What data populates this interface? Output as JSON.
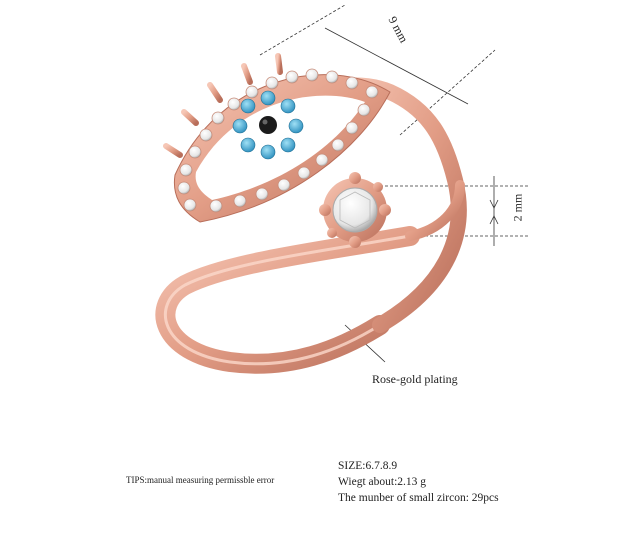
{
  "dimensions": {
    "width_label": "9 mm",
    "stone_label": "2 mm"
  },
  "callout": {
    "plating": "Rose-gold plating"
  },
  "tips": "TIPS:manual measuring permissble error",
  "specs": {
    "size": "SIZE:6.7.8.9",
    "weight": "Wiegt about:2.13 g",
    "zircon": "The munber of small zircon: 29pcs"
  },
  "colors": {
    "rose_gold": "#e8a58f",
    "rose_gold_dark": "#c97d68",
    "turquoise": "#3aa3cf",
    "pupil": "#1b1b1b",
    "zircon": "#f4f4f4"
  },
  "icons": [
    "evil-eye-ring-image"
  ]
}
